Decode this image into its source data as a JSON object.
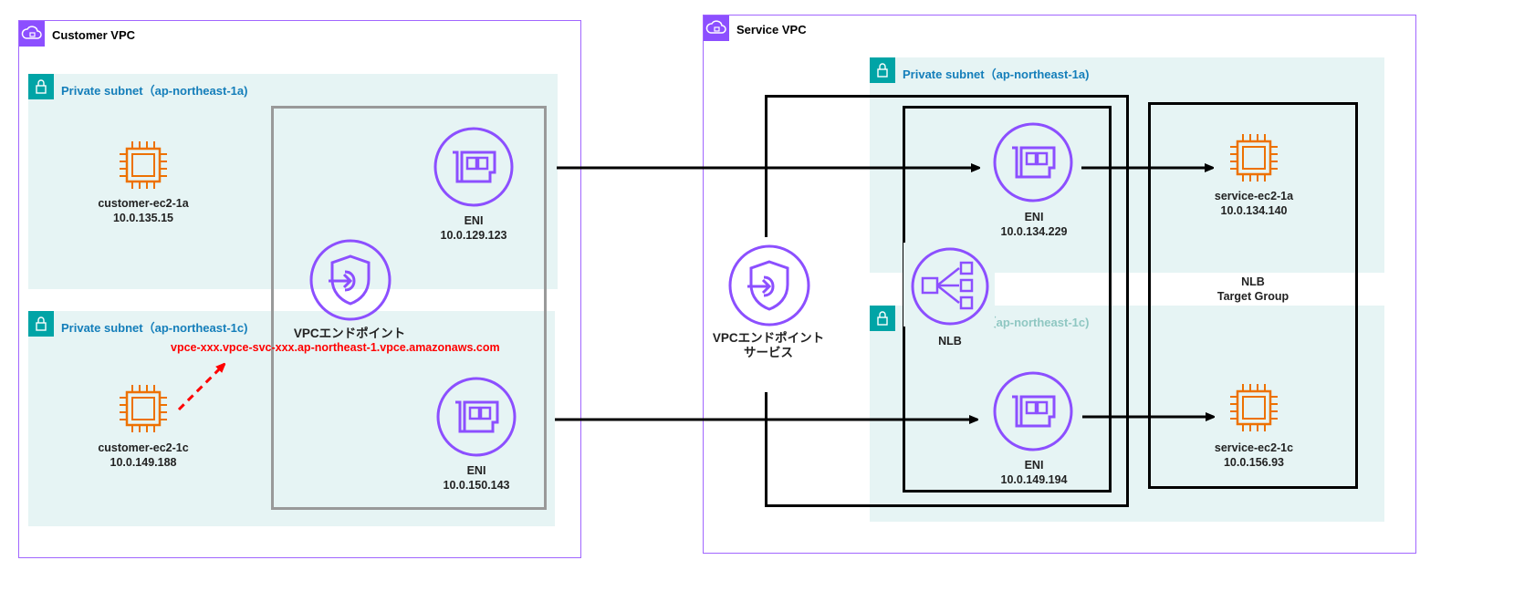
{
  "customer_vpc": {
    "title": "Customer VPC",
    "subnet_1a": "Private subnet（ap-northeast-1a)",
    "subnet_1c": "Private subnet（ap-northeast-1c)",
    "ec2_1a": {
      "name": "customer-ec2-1a",
      "ip": "10.0.135.15"
    },
    "ec2_1c": {
      "name": "customer-ec2-1c",
      "ip": "10.0.149.188"
    },
    "eni_1a": {
      "name": "ENI",
      "ip": "10.0.129.123"
    },
    "eni_1c": {
      "name": "ENI",
      "ip": "10.0.150.143"
    },
    "endpoint": {
      "name": "VPCエンドポイント",
      "dns": "vpce-xxx.vpce-svc-xxx.ap-northeast-1.vpce.amazonaws.com"
    }
  },
  "service_vpc": {
    "title": "Service VPC",
    "subnet_1a": "Private subnet（ap-northeast-1a)",
    "subnet_1c": "Private subnet（ap-northeast-1c)",
    "endpoint_service": {
      "line1": "VPCエンドポイント",
      "line2": "サービス"
    },
    "nlb": "NLB",
    "eni_1a": {
      "name": "ENI",
      "ip": "10.0.134.229"
    },
    "eni_1c": {
      "name": "ENI",
      "ip": "10.0.149.194"
    },
    "target_group": {
      "line1": "NLB",
      "line2": "Target Group"
    },
    "ec2_1a": {
      "name": "service-ec2-1a",
      "ip": "10.0.134.140"
    },
    "ec2_1c": {
      "name": "service-ec2-1c",
      "ip": "10.0.156.93"
    }
  },
  "colors": {
    "vpc_border": "#a166ff",
    "subnet_fill": "#e6f4f4",
    "subnet_title": "#147eba",
    "ec2": "#ed7100",
    "network": "#8c4fff",
    "dns_text": "#ff0000"
  }
}
